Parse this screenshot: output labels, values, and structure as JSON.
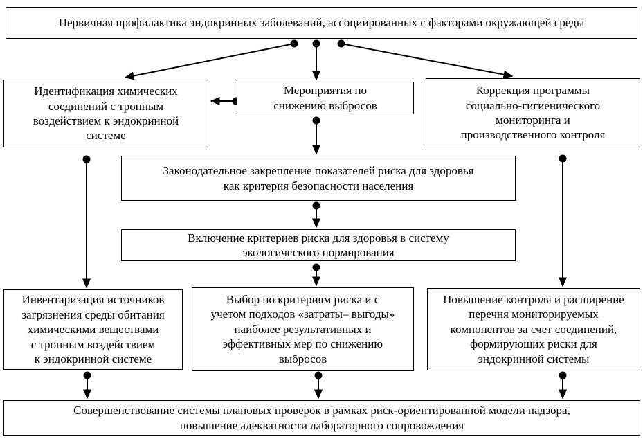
{
  "page": {
    "background_color": "#ffffff",
    "line_color": "#000000",
    "text_color": "#000000"
  },
  "diagram": {
    "title": "Первичная профилактика эндокринных заболеваний, ассоциированных с факторами окружающей среды",
    "boxes": {
      "identification": "Идентификация химических\nсоединений с тропным\nвоздействием к эндокринной\nсистеме",
      "measures": "Мероприятия по\nснижению выбросов",
      "correction": "Коррекция программы\nсоциально-гигиенического\nмониторинга и\nпроизводственного контроля",
      "legislation": "Законодательное закрепление показателей риска для здоровья\nкак критерия безопасности населения",
      "inclusion": "Включение критериев риска для здоровья в систему\nэкологического нормирования",
      "inventory": "Инвентаризация источников\nзагрязнения среды обитания\nхимическими веществами\nс тропным воздействием\nк эндокринной системе",
      "selection": "Выбор по критериям риска и с\nучетом подходов «затраты– выгоды»\nнаиболее результативных и\nэффективных мер по снижению\nвыбросов",
      "control": "Повышение контроля и расширение\nперечня мониторируемых\nкомпонентов за счет соединений,\nформирующих риски для\nэндокринной системы",
      "improvement": "Совершенствование системы плановых проверок в рамках риск-ориентированной модели надзора,\nповышение адекватности лабораторного сопровождения"
    }
  }
}
